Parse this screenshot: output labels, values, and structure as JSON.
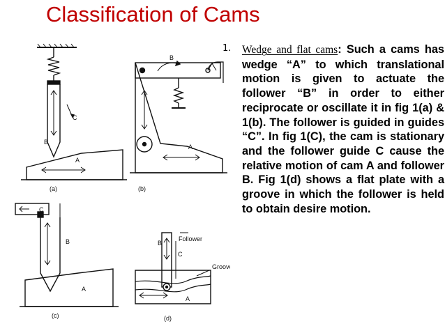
{
  "slide": {
    "title": "Classification of Cams",
    "item_number": "1.",
    "lead_phrase": "Wedge and flat cams",
    "lead_colon": ":",
    "body": "Such a cams has wedge “A” to which translational motion is given to actuate the follower “B” in order to either reciprocate or oscillate it in fig 1(a) & 1(b). The follower is guided in guides “C”. In fig 1(C), the cam is stationary and the follower guide C cause the relative motion of cam A and follower B. Fig 1(d) shows a flat plate with a groove in which the follower is held to obtain desire motion."
  },
  "figure": {
    "label_a": "A",
    "label_b": "B",
    "label_c": "C",
    "caption_a": "(a)",
    "caption_b": "(b)",
    "caption_c": "(c)",
    "caption_d": "(d)",
    "follower_label": "Follower",
    "groove_label": "Groove"
  }
}
